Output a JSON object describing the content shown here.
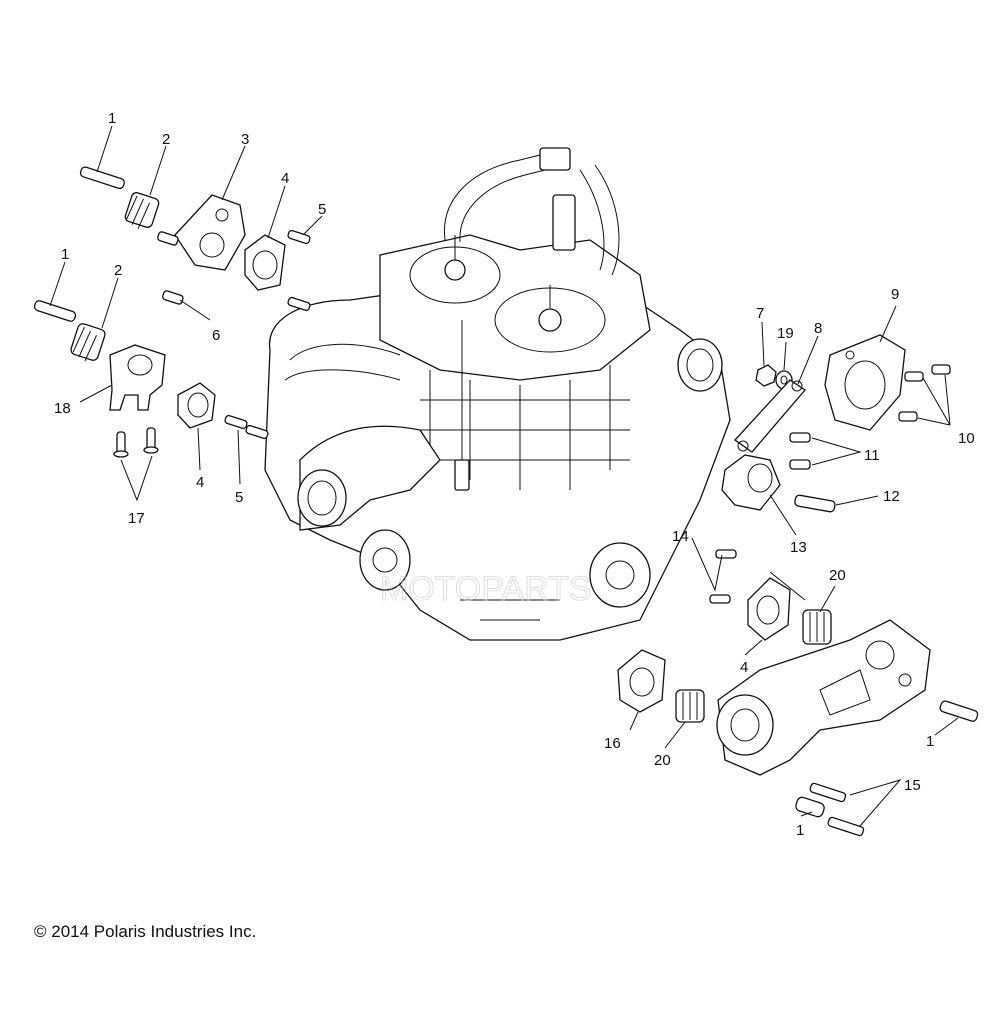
{
  "copyright": "© 2014 Polaris Industries Inc.",
  "callouts": [
    {
      "id": "c1a",
      "text": "1"
    },
    {
      "id": "c2a",
      "text": "2"
    },
    {
      "id": "c3",
      "text": "3"
    },
    {
      "id": "c4a",
      "text": "4"
    },
    {
      "id": "c5a",
      "text": "5"
    },
    {
      "id": "c1b",
      "text": "1"
    },
    {
      "id": "c2b",
      "text": "2"
    },
    {
      "id": "c6",
      "text": "6"
    },
    {
      "id": "c18",
      "text": "18"
    },
    {
      "id": "c4b",
      "text": "4"
    },
    {
      "id": "c5b",
      "text": "5"
    },
    {
      "id": "c17",
      "text": "17"
    },
    {
      "id": "c7",
      "text": "7"
    },
    {
      "id": "c19",
      "text": "19"
    },
    {
      "id": "c8",
      "text": "8"
    },
    {
      "id": "c9",
      "text": "9"
    },
    {
      "id": "c10",
      "text": "10"
    },
    {
      "id": "c11",
      "text": "11"
    },
    {
      "id": "c12",
      "text": "12"
    },
    {
      "id": "c13",
      "text": "13"
    },
    {
      "id": "c14",
      "text": "14"
    },
    {
      "id": "c20a",
      "text": "20"
    },
    {
      "id": "c4c",
      "text": "4"
    },
    {
      "id": "c16",
      "text": "16"
    },
    {
      "id": "c20b",
      "text": "20"
    },
    {
      "id": "c1c",
      "text": "1"
    },
    {
      "id": "c15",
      "text": "15"
    },
    {
      "id": "c1d",
      "text": "1"
    }
  ]
}
